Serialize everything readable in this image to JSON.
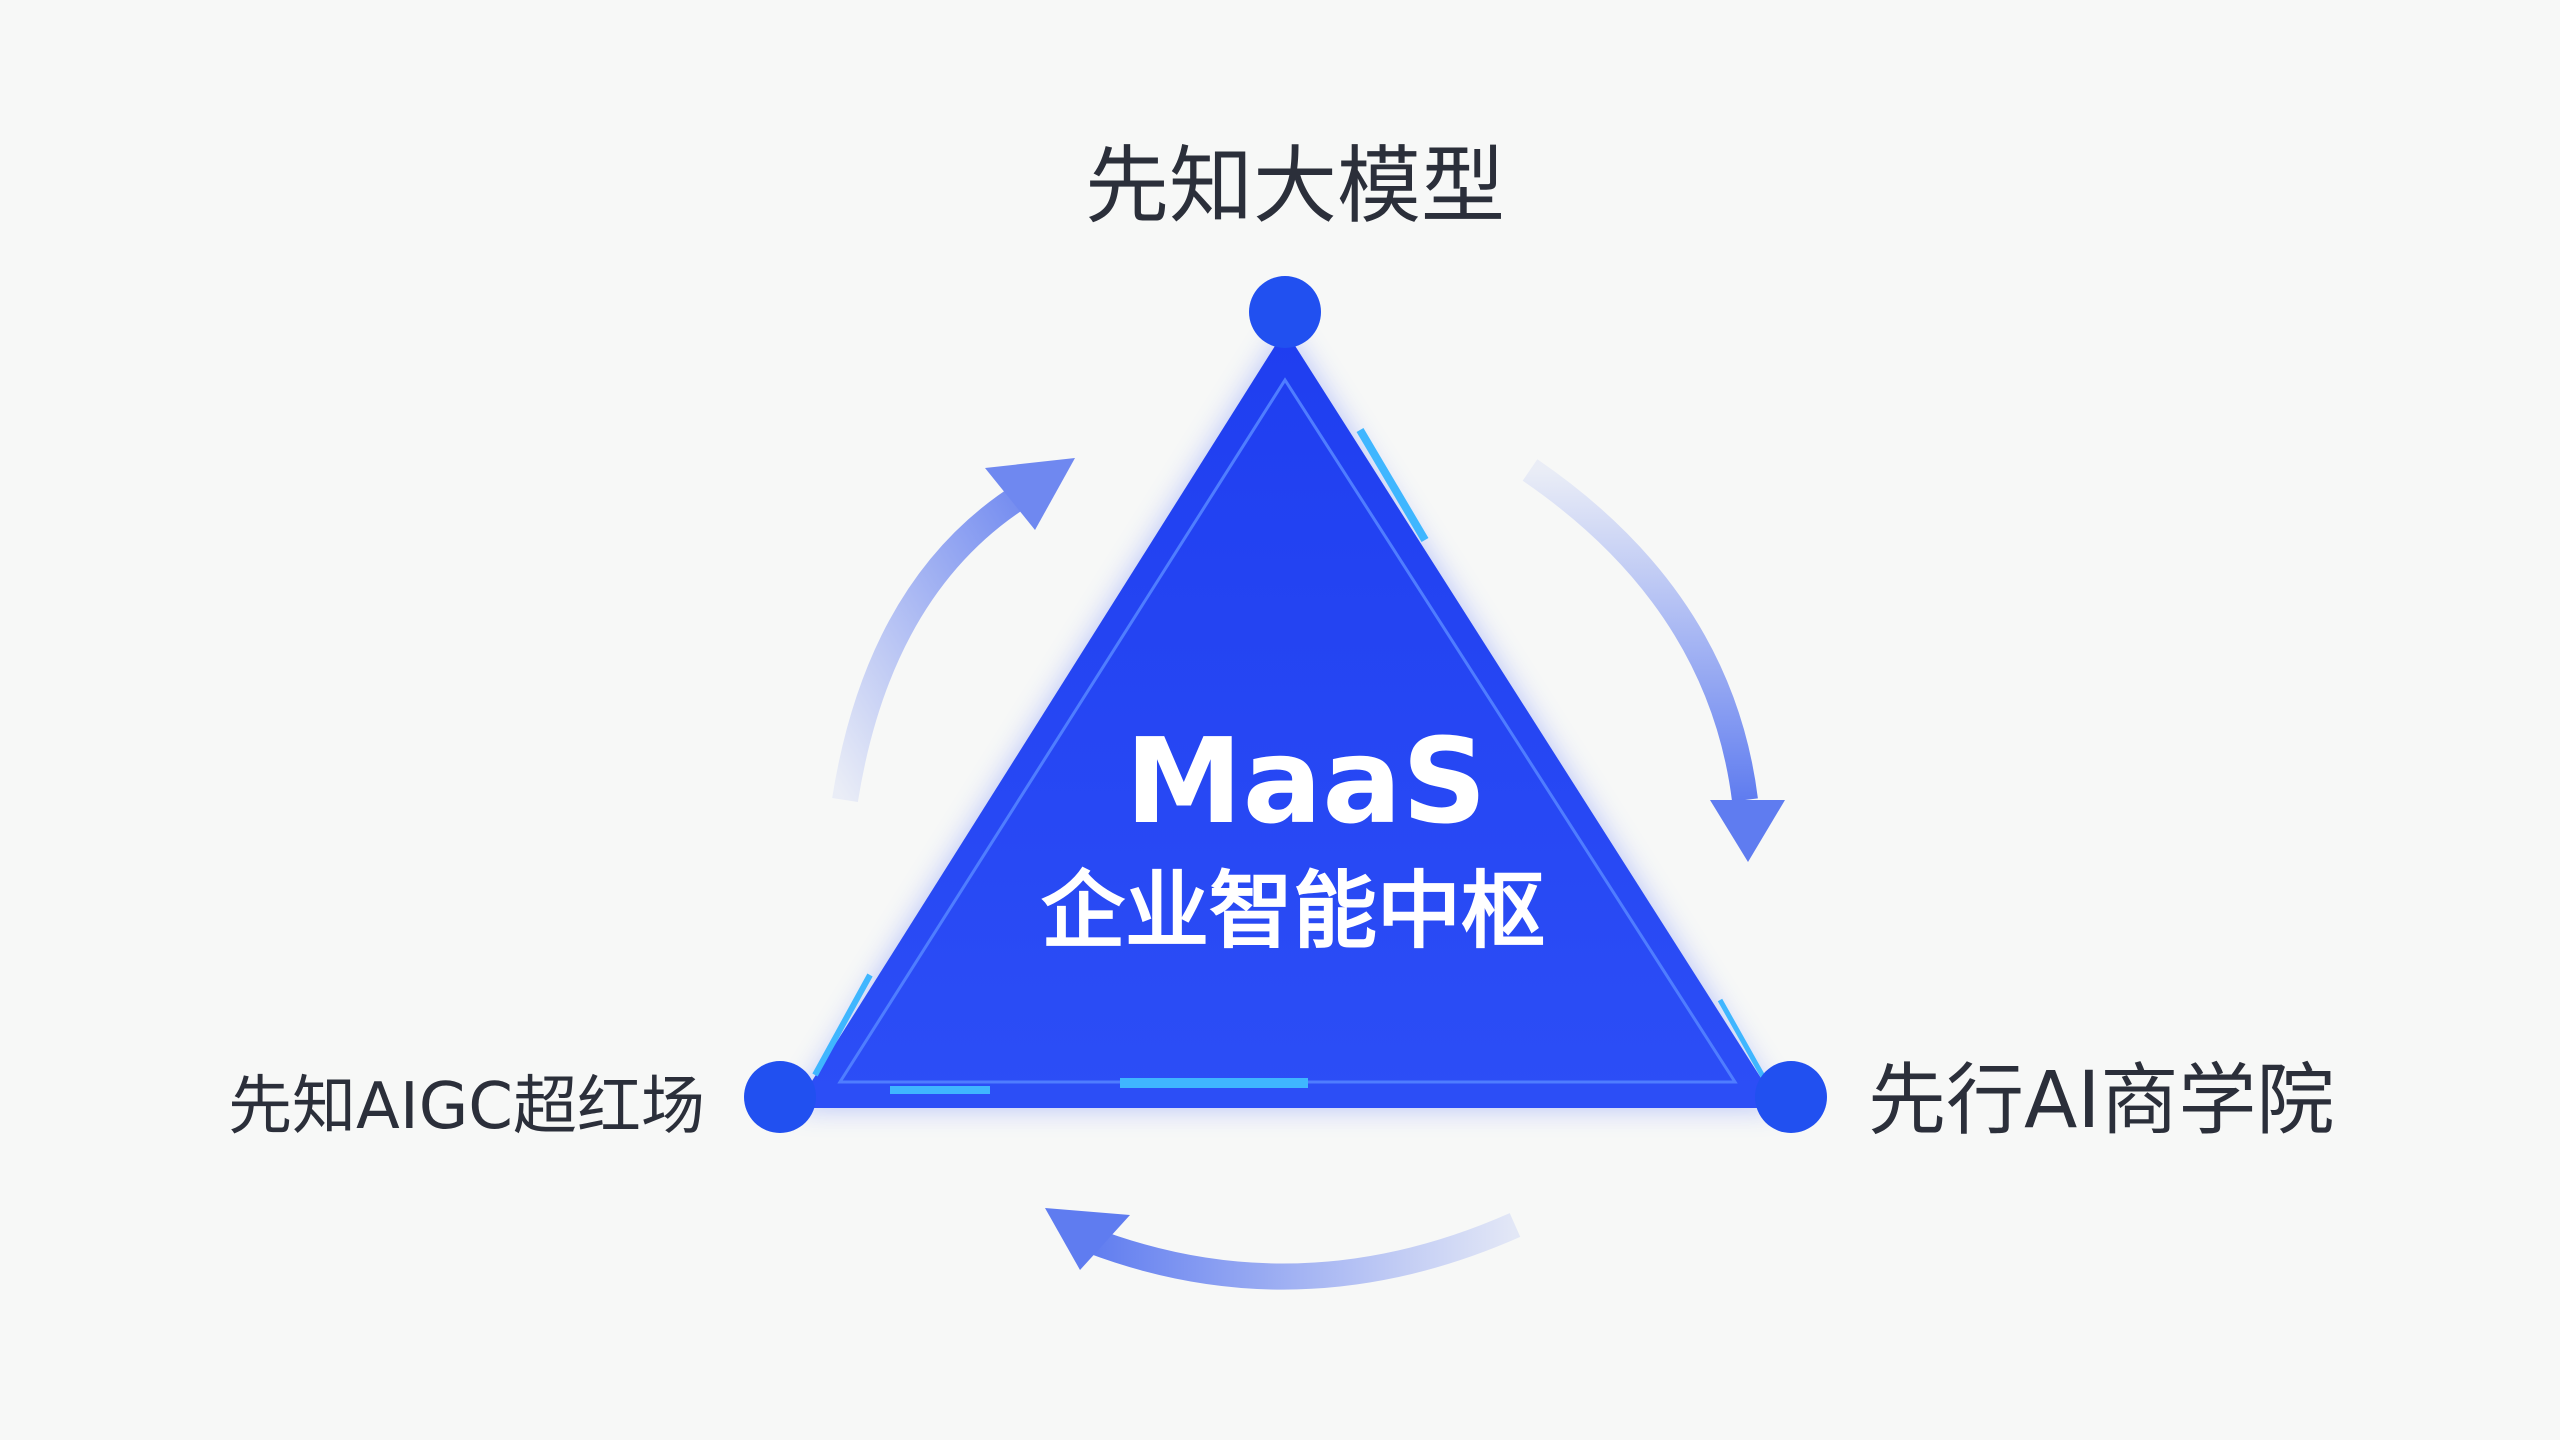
{
  "top_node": {
    "label": "先知大模型"
  },
  "left_node": {
    "label": "先知AIGC超红场"
  },
  "right_node": {
    "label": "先行AI商学院"
  },
  "center": {
    "title": "MaaS",
    "subtitle": "企业智能中枢"
  },
  "colors": {
    "triangle": "#2447f0",
    "accent": "#3fb6ff",
    "arrow": "#6f88f0",
    "text": "#2b2f3a"
  }
}
